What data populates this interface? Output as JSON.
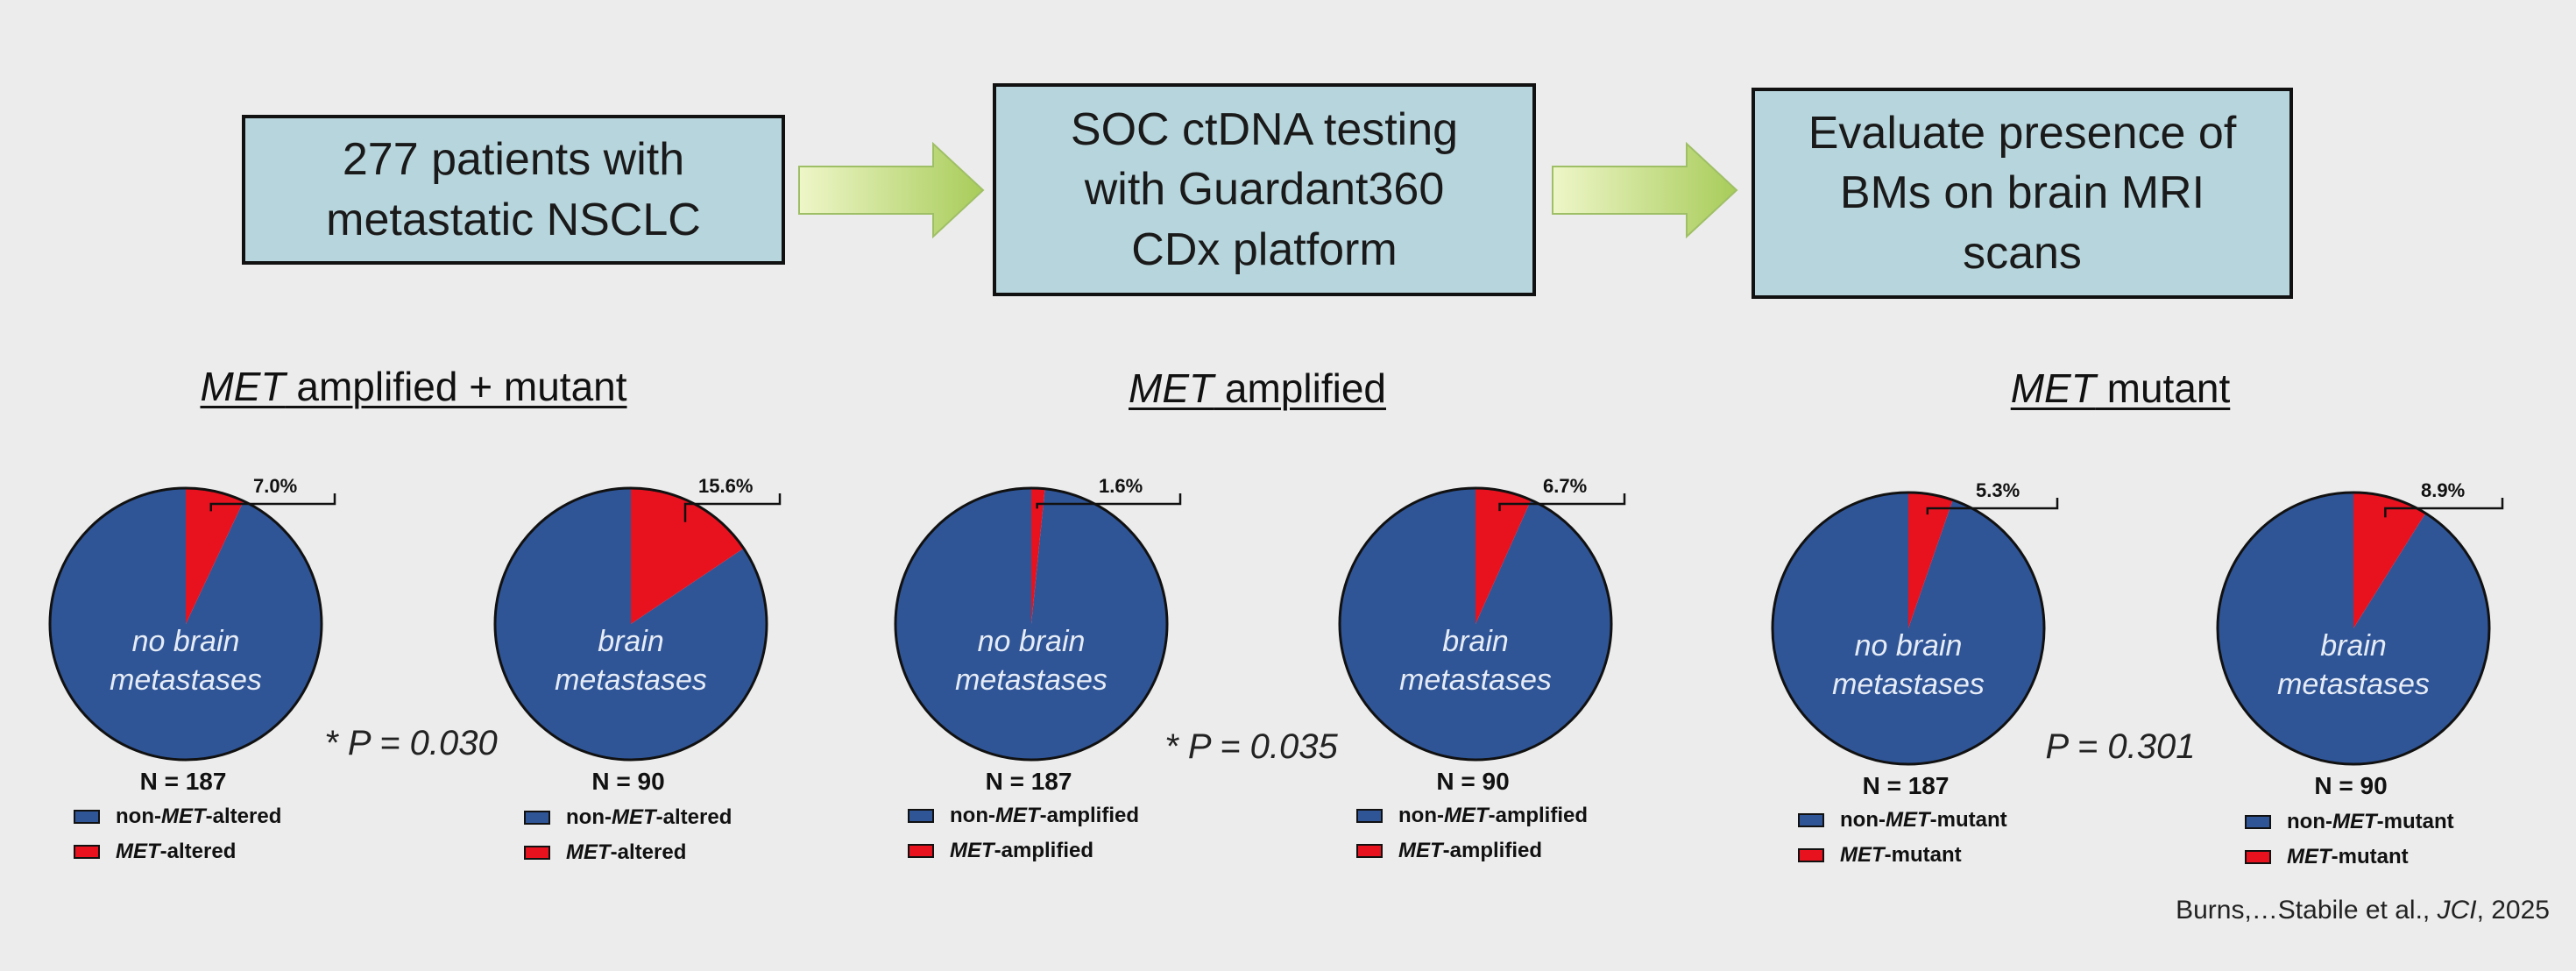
{
  "flow": {
    "boxes": [
      {
        "text": "277 patients with\nmetastatic NSCLC"
      },
      {
        "text": "SOC ctDNA testing\nwith Guardant360\nCDx platform"
      },
      {
        "text": "Evaluate presence of\nBMs on brain MRI\nscans"
      }
    ],
    "arrow_colors": {
      "light": "#eef6c8",
      "dark": "#a8cc5a"
    }
  },
  "colors": {
    "blue": "#2f5597",
    "red": "#e8121f",
    "background": "#ececec"
  },
  "chart_data": [
    {
      "type": "pie",
      "title_italic": "MET",
      "title_rest": " amplified + mutant",
      "p_value": "* P = 0.030",
      "pies": [
        {
          "label": "no brain\nmetastases",
          "n": "N = 187",
          "slices": [
            {
              "name": "MET-altered",
              "value": 7.0,
              "label": "7.0%"
            },
            {
              "name": "non-MET-altered",
              "value": 93.0
            }
          ]
        },
        {
          "label": "brain\nmetastases",
          "n": "N = 90",
          "slices": [
            {
              "name": "MET-altered",
              "value": 15.6,
              "label": "15.6%"
            },
            {
              "name": "non-MET-altered",
              "value": 84.4
            }
          ]
        }
      ],
      "legend": [
        {
          "pre": "non-",
          "it": "MET",
          "post": "-altered"
        },
        {
          "pre": "",
          "it": "MET",
          "post": "-altered"
        }
      ]
    },
    {
      "type": "pie",
      "title_italic": "MET",
      "title_rest": " amplified",
      "p_value": "* P = 0.035",
      "pies": [
        {
          "label": "no brain\nmetastases",
          "n": "N = 187",
          "slices": [
            {
              "name": "MET-amplified",
              "value": 1.6,
              "label": "1.6%"
            },
            {
              "name": "non-MET-amplified",
              "value": 98.4
            }
          ]
        },
        {
          "label": "brain\nmetastases",
          "n": "N = 90",
          "slices": [
            {
              "name": "MET-amplified",
              "value": 6.7,
              "label": "6.7%"
            },
            {
              "name": "non-MET-amplified",
              "value": 93.3
            }
          ]
        }
      ],
      "legend": [
        {
          "pre": "non-",
          "it": "MET",
          "post": "-amplified"
        },
        {
          "pre": "",
          "it": "MET",
          "post": "-amplified"
        }
      ]
    },
    {
      "type": "pie",
      "title_italic": "MET",
      "title_rest": " mutant",
      "p_value": "P = 0.301",
      "pies": [
        {
          "label": "no brain\nmetastases",
          "n": "N = 187",
          "slices": [
            {
              "name": "MET-mutant",
              "value": 5.3,
              "label": "5.3%"
            },
            {
              "name": "non-MET-mutant",
              "value": 94.7
            }
          ]
        },
        {
          "label": "brain\nmetastases",
          "n": "N = 90",
          "slices": [
            {
              "name": "MET-mutant",
              "value": 8.9,
              "label": "8.9%"
            },
            {
              "name": "non-MET-mutant",
              "value": 91.1
            }
          ]
        }
      ],
      "legend": [
        {
          "pre": "non-",
          "it": "MET",
          "post": "-mutant"
        },
        {
          "pre": "",
          "it": "MET",
          "post": "-mutant"
        }
      ]
    }
  ],
  "citation": {
    "pre": "Burns,…Stabile et al., ",
    "journal": "JCI",
    "post": ", 2025"
  }
}
